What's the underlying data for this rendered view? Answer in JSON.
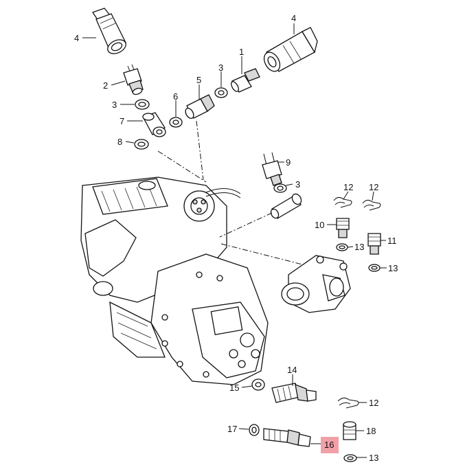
{
  "diagram": {
    "callouts": [
      {
        "id": "c4a",
        "number": "4"
      },
      {
        "id": "c4b",
        "number": "4"
      },
      {
        "id": "c1",
        "number": "1"
      },
      {
        "id": "c2",
        "number": "2"
      },
      {
        "id": "c3a",
        "number": "3"
      },
      {
        "id": "c3b",
        "number": "3"
      },
      {
        "id": "c5",
        "number": "5"
      },
      {
        "id": "c6",
        "number": "6"
      },
      {
        "id": "c7",
        "number": "7"
      },
      {
        "id": "c8",
        "number": "8"
      },
      {
        "id": "c9",
        "number": "9"
      },
      {
        "id": "c3c",
        "number": "3"
      },
      {
        "id": "c12a",
        "number": "12"
      },
      {
        "id": "c12b",
        "number": "12"
      },
      {
        "id": "c10",
        "number": "10"
      },
      {
        "id": "c11",
        "number": "11"
      },
      {
        "id": "c13a",
        "number": "13"
      },
      {
        "id": "c13b",
        "number": "13"
      },
      {
        "id": "c14",
        "number": "14"
      },
      {
        "id": "c15",
        "number": "15"
      },
      {
        "id": "c12c",
        "number": "12"
      },
      {
        "id": "c17",
        "number": "17"
      },
      {
        "id": "c18",
        "number": "18"
      },
      {
        "id": "c16",
        "number": "16",
        "highlighted": true
      },
      {
        "id": "c13c",
        "number": "13"
      }
    ],
    "highlight_color": "#f2a0a8"
  }
}
